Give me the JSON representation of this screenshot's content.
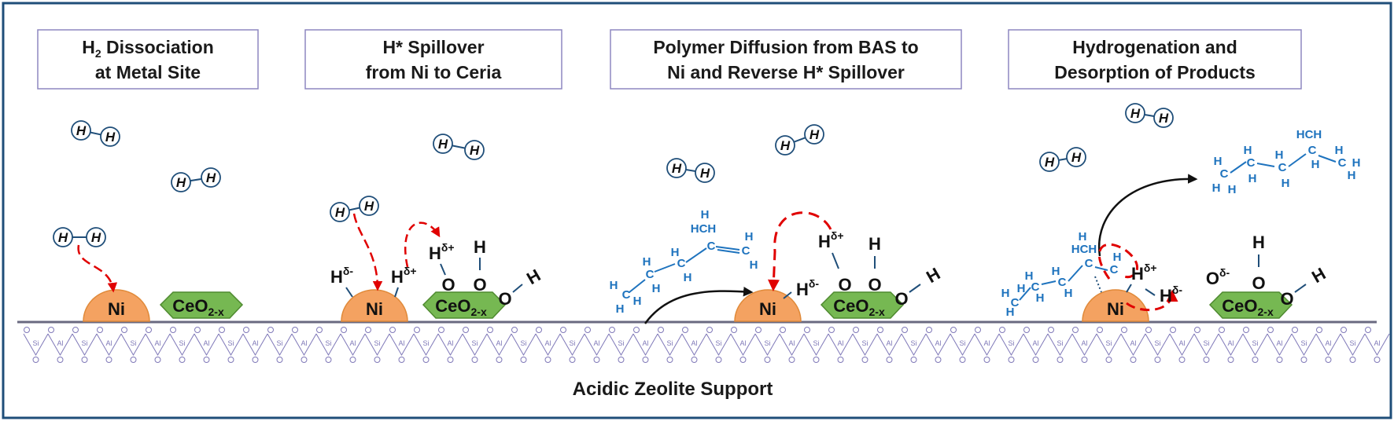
{
  "panels": [
    {
      "line1_main": "H",
      "line1_sub": "2",
      "line1_rest": " Dissociation",
      "line2": "at Metal Site"
    },
    {
      "line1": "H* Spillover",
      "line2": "from Ni to Ceria"
    },
    {
      "line1": "Polymer Diffusion from BAS to",
      "line2": "Ni and Reverse H* Spillover"
    },
    {
      "line1": "Hydrogenation and",
      "line2": "Desorption of Products"
    }
  ],
  "labels": {
    "ni": "Ni",
    "ceria_main": "CeO",
    "ceria_sub": "2-x",
    "h": "H",
    "o": "O",
    "c": "C",
    "delta_minus": "δ-",
    "delta_plus": "δ+",
    "hch": "HCH",
    "support": "Acidic Zeolite Support"
  },
  "zeolite": {
    "si": "Si",
    "al": "Al",
    "o": "O"
  },
  "colors": {
    "border": "#1f4e79",
    "title_border": "#8e87c0",
    "ni_fill": "#f4a261",
    "ceria_fill": "#76b852",
    "polymer": "#1e73be",
    "arrow_red": "#e00000",
    "zeolite": "#7f78b8"
  }
}
